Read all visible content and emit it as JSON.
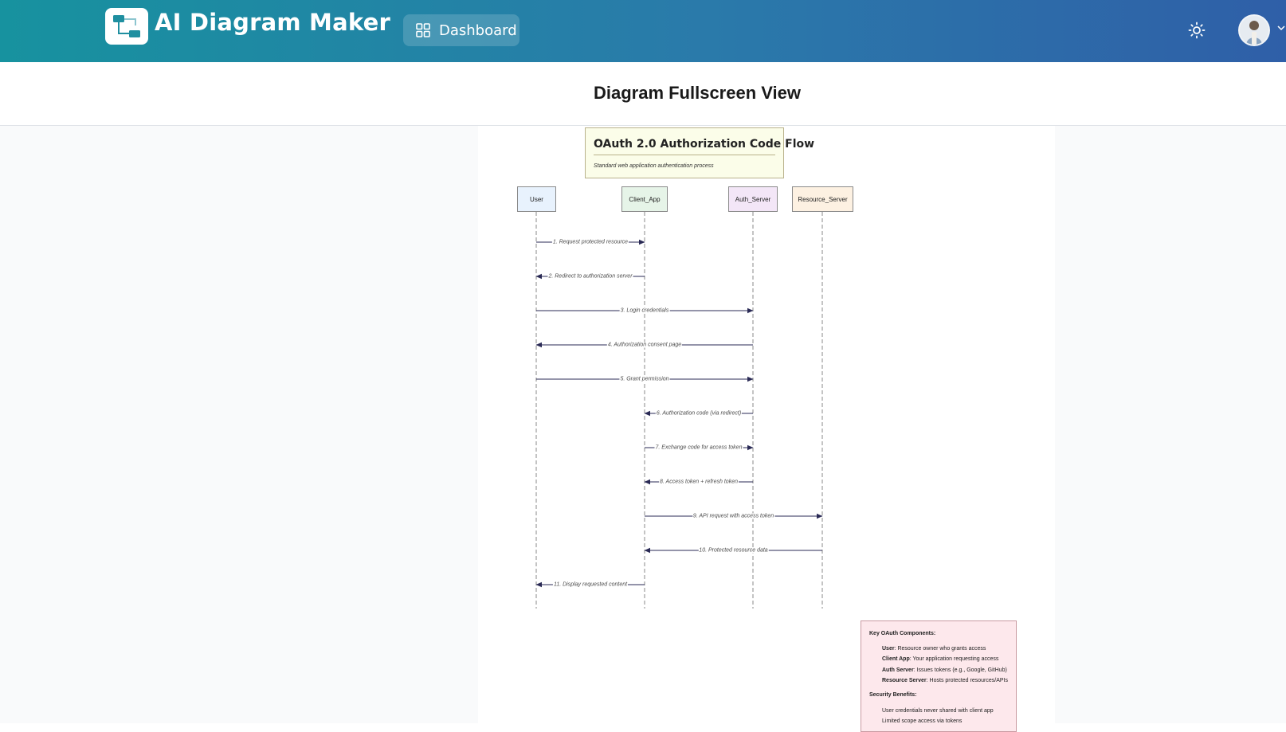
{
  "app": {
    "title": "AI Diagram Maker"
  },
  "nav": {
    "dashboard_label": "Dashboard"
  },
  "page": {
    "title": "Diagram Fullscreen View"
  },
  "diagram": {
    "title": "OAuth 2.0 Authorization Code Flow",
    "subtitle": "Standard web application authentication process",
    "participants": [
      {
        "id": "user",
        "label": "User",
        "fill": "#e8f2fd"
      },
      {
        "id": "client",
        "label": "Client_App",
        "fill": "#e6f4e8"
      },
      {
        "id": "auth",
        "label": "Auth_Server",
        "fill": "#f3e6f7"
      },
      {
        "id": "resource",
        "label": "Resource_Server",
        "fill": "#fdf1e2"
      }
    ],
    "messages": [
      {
        "from": 0,
        "to": 1,
        "label": "1. Request protected resource"
      },
      {
        "from": 1,
        "to": 0,
        "label": "2. Redirect to authorization server"
      },
      {
        "from": 0,
        "to": 2,
        "label": "3. Login credentials"
      },
      {
        "from": 2,
        "to": 0,
        "label": "4. Authorization consent page"
      },
      {
        "from": 0,
        "to": 2,
        "label": "5. Grant permission"
      },
      {
        "from": 2,
        "to": 1,
        "label": "6. Authorization code (via redirect)"
      },
      {
        "from": 1,
        "to": 2,
        "label": "7. Exchange code for access token"
      },
      {
        "from": 2,
        "to": 1,
        "label": "8. Access token + refresh token"
      },
      {
        "from": 1,
        "to": 3,
        "label": "9. API request with access token"
      },
      {
        "from": 3,
        "to": 1,
        "label": "10. Protected resource data"
      },
      {
        "from": 1,
        "to": 0,
        "label": "11. Display requested content"
      }
    ],
    "notes": {
      "components_heading": "Key OAuth Components:",
      "components": [
        {
          "term": "User",
          "desc": ": Resource owner who grants access"
        },
        {
          "term": "Client App",
          "desc": ": Your application requesting access"
        },
        {
          "term": "Auth Server",
          "desc": ": Issues tokens (e.g., Google, GitHub)"
        },
        {
          "term": "Resource Server",
          "desc": ": Hosts protected resources/APIs"
        }
      ],
      "benefits_heading": "Security Benefits:",
      "benefits": [
        "User credentials never shared with client app",
        "Limited scope access via tokens"
      ]
    }
  }
}
